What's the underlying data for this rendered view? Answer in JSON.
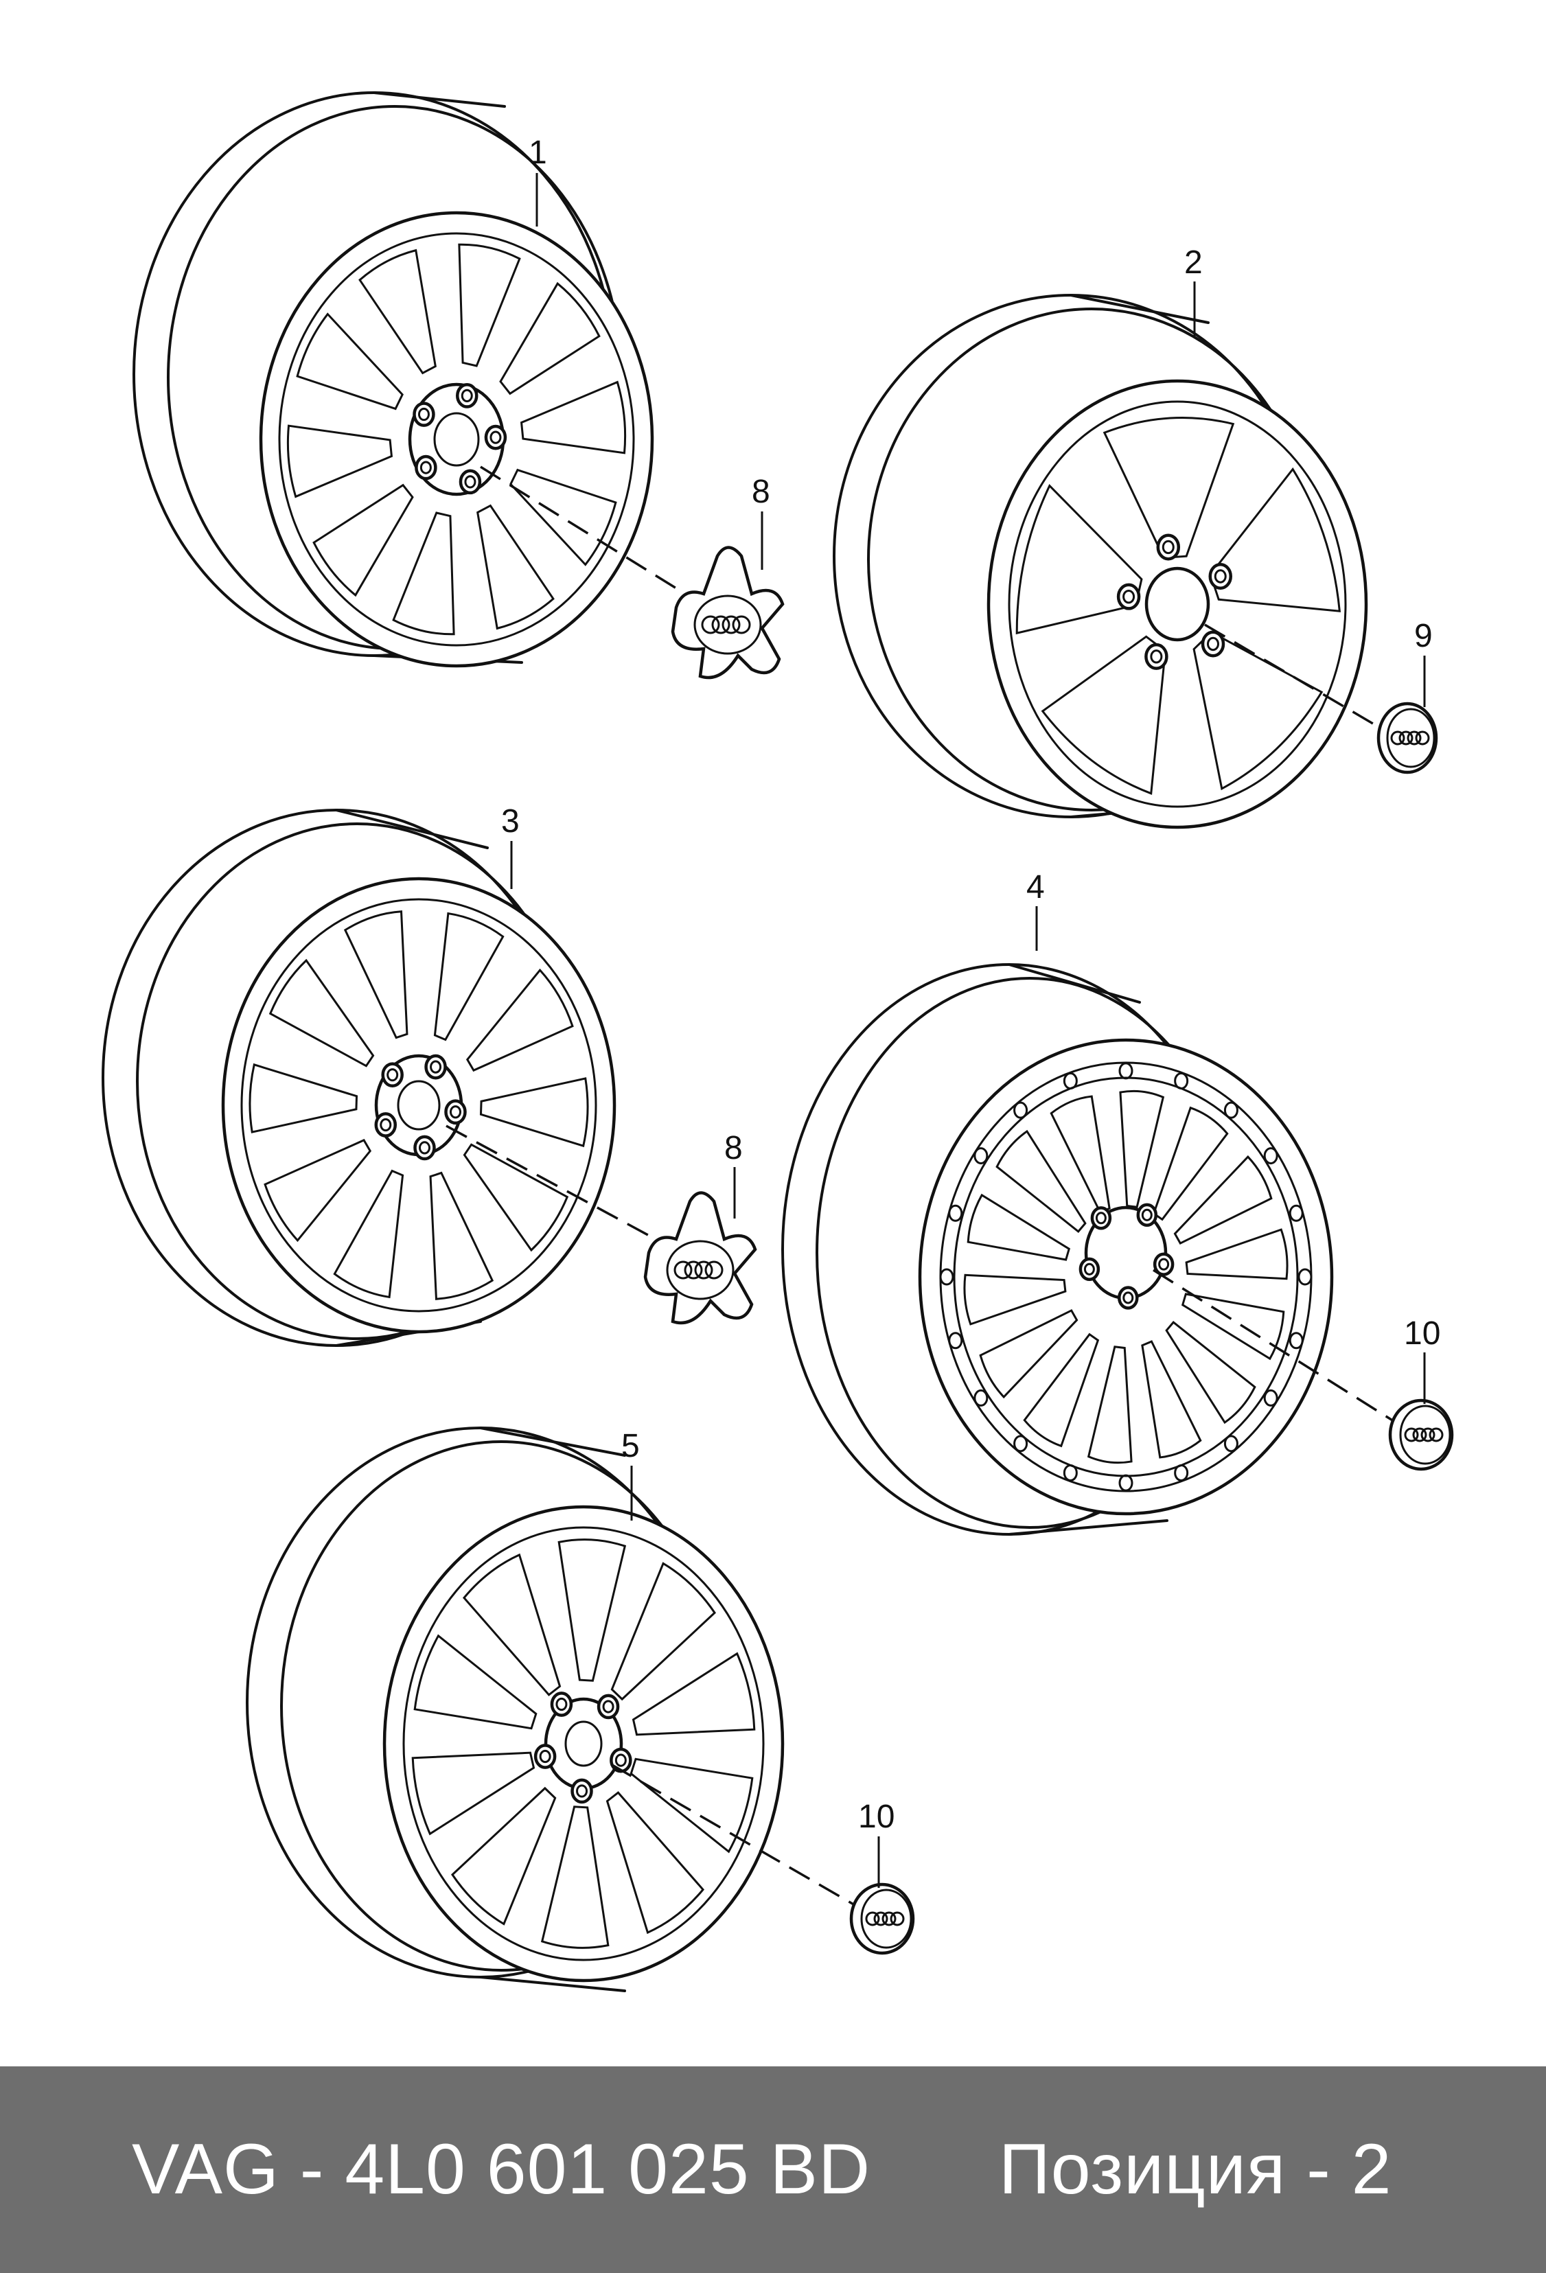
{
  "diagram": {
    "callouts": [
      {
        "id": "wheel-1",
        "label": "1"
      },
      {
        "id": "wheel-2",
        "label": "2"
      },
      {
        "id": "wheel-3",
        "label": "3"
      },
      {
        "id": "wheel-4",
        "label": "4"
      },
      {
        "id": "wheel-5",
        "label": "5"
      },
      {
        "id": "cap-8-top",
        "label": "8"
      },
      {
        "id": "cap-9",
        "label": "9"
      },
      {
        "id": "cap-8-bottom",
        "label": "8"
      },
      {
        "id": "cap-10-upper",
        "label": "10"
      },
      {
        "id": "cap-10-lower",
        "label": "10"
      }
    ]
  },
  "footer": {
    "part_number": "VAG - 4L0 601 025 BD",
    "position": "Позиция - 2"
  },
  "colors": {
    "footer_background": "#6e6e6e",
    "footer_text": "#ffffff",
    "line": "#111111"
  }
}
